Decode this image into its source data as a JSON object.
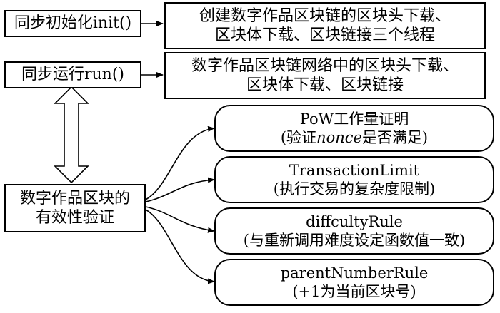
{
  "init_box": {
    "label": "同步初始化init()"
  },
  "init_desc": {
    "line1": "创建数字作品区块链的区块头下载、",
    "line2": "区块体下载、区块链接三个线程"
  },
  "run_box": {
    "label": "同步运行run()"
  },
  "run_desc": {
    "line1": "数字作品区块链网络中的区块头下载、",
    "line2": "区块体下载、区块链接"
  },
  "validate_box": {
    "line1": "数字作品区块的",
    "line2": "有效性验证"
  },
  "rules": [
    {
      "name": "PoW工作量证明",
      "desc_pre": "(验证",
      "desc_em": "nonce",
      "desc_post": "是否满足)"
    },
    {
      "name": "TransactionLimit",
      "desc": "(执行交易的复杂度限制)"
    },
    {
      "name": "diffcultyRule",
      "desc": "(与重新调用难度设定函数值一致)"
    },
    {
      "name": "parentNumberRule",
      "desc": "(+1为当前区块号)"
    }
  ]
}
